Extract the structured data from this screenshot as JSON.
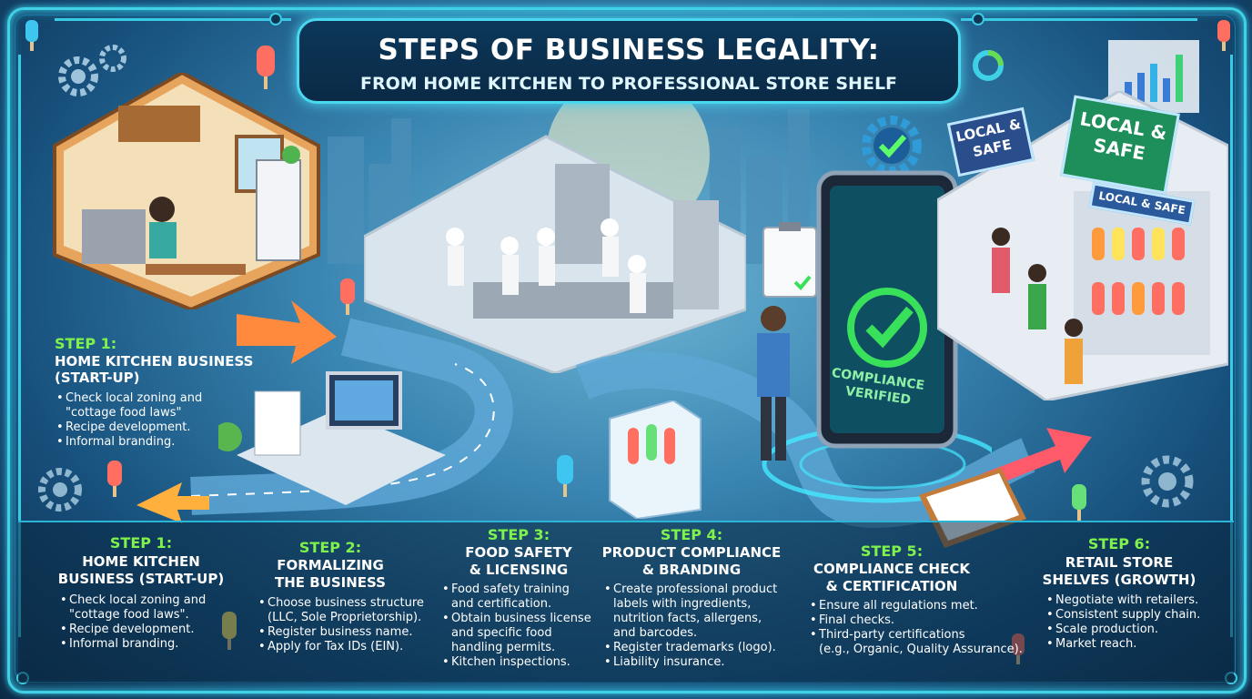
{
  "title": {
    "line1": "STEPS OF BUSINESS LEGALITY:",
    "line2": "FROM HOME KITCHEN TO PROFESSIONAL STORE SHELF"
  },
  "side_step": {
    "number": "STEP 1:",
    "title_line1": "HOME KITCHEN BUSINESS",
    "title_line2": "(START-UP)",
    "bullets": [
      "Check local zoning and",
      "\"cottage food laws\"",
      "Recipe development.",
      "Informal branding."
    ]
  },
  "signs": {
    "local_safe_1": "LOCAL & SAFE",
    "local_safe_2": "LOCAL & SAFE",
    "local_safe_3": "LOCAL & SAFE"
  },
  "tablet": {
    "line1": "COMPLIANCE",
    "line2": "VERIFIED"
  },
  "steps": [
    {
      "number": "STEP 1:",
      "title_line1": "HOME KITCHEN",
      "title_line2": "BUSINESS (START-UP)",
      "bullets": [
        "Check local zoning and",
        "\"cottage food laws\".",
        "Recipe development.",
        "Informal branding."
      ]
    },
    {
      "number": "STEP 2:",
      "title_line1": "FORMALIZING",
      "title_line2": "THE BUSINESS",
      "bullets": [
        "Choose business structure",
        "(LLC, Sole Proprietorship).",
        "Register business name.",
        "Apply for Tax IDs (EIN)."
      ]
    },
    {
      "number": "STEP 3:",
      "title_line1": "FOOD SAFETY",
      "title_line2": "& LICENSING",
      "bullets": [
        "Food safety training",
        "and certification.",
        "Obtain business license",
        "and specific food",
        "handling permits.",
        "Kitchen inspections."
      ]
    },
    {
      "number": "STEP 4:",
      "title_line1": "PRODUCT COMPLIANCE",
      "title_line2": "& BRANDING",
      "bullets": [
        "Create professional product",
        "labels with ingredients,",
        "nutrition facts, allergens,",
        "and barcodes.",
        "Register trademarks (logo).",
        "Liability insurance."
      ]
    },
    {
      "number": "STEP 5:",
      "title_line1": "COMPLIANCE CHECK",
      "title_line2": "& CERTIFICATION",
      "bullets": [
        "Ensure all regulations met.",
        "Final checks.",
        "Third-party certifications",
        "(e.g., Organic, Quality Assurance)."
      ]
    },
    {
      "number": "STEP 6:",
      "title_line1": "RETAIL STORE",
      "title_line2": "SHELVES (GROWTH)",
      "bullets": [
        "Negotiate with retailers.",
        "Consistent supply chain.",
        "Scale production.",
        "Market reach."
      ]
    }
  ],
  "colors": {
    "accent_cyan": "#3fd1e6",
    "step_green": "#7ff24c",
    "background_blue": "#17507c",
    "check_green": "#39e05a"
  }
}
